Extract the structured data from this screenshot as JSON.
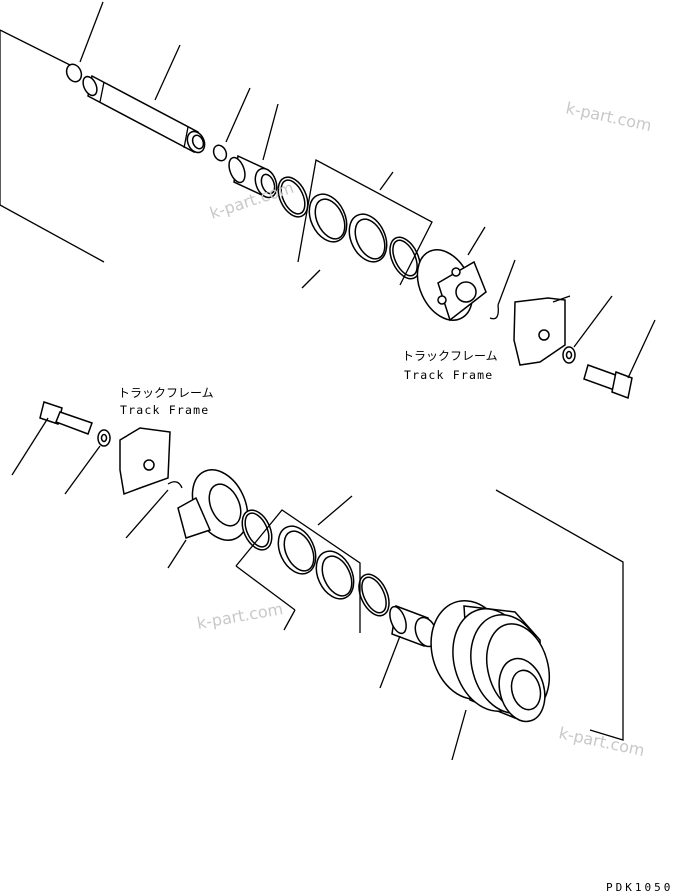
{
  "labels": {
    "frame_upper_jp": "トラックフレーム",
    "frame_upper_en": "Track Frame",
    "frame_lower_jp": "トラックフレーム",
    "frame_lower_en": "Track Frame"
  },
  "watermarks": [
    "k-part.com",
    "k-part.com",
    "k-part.com",
    "k-part.com"
  ],
  "drawing_code": "PDK1050"
}
